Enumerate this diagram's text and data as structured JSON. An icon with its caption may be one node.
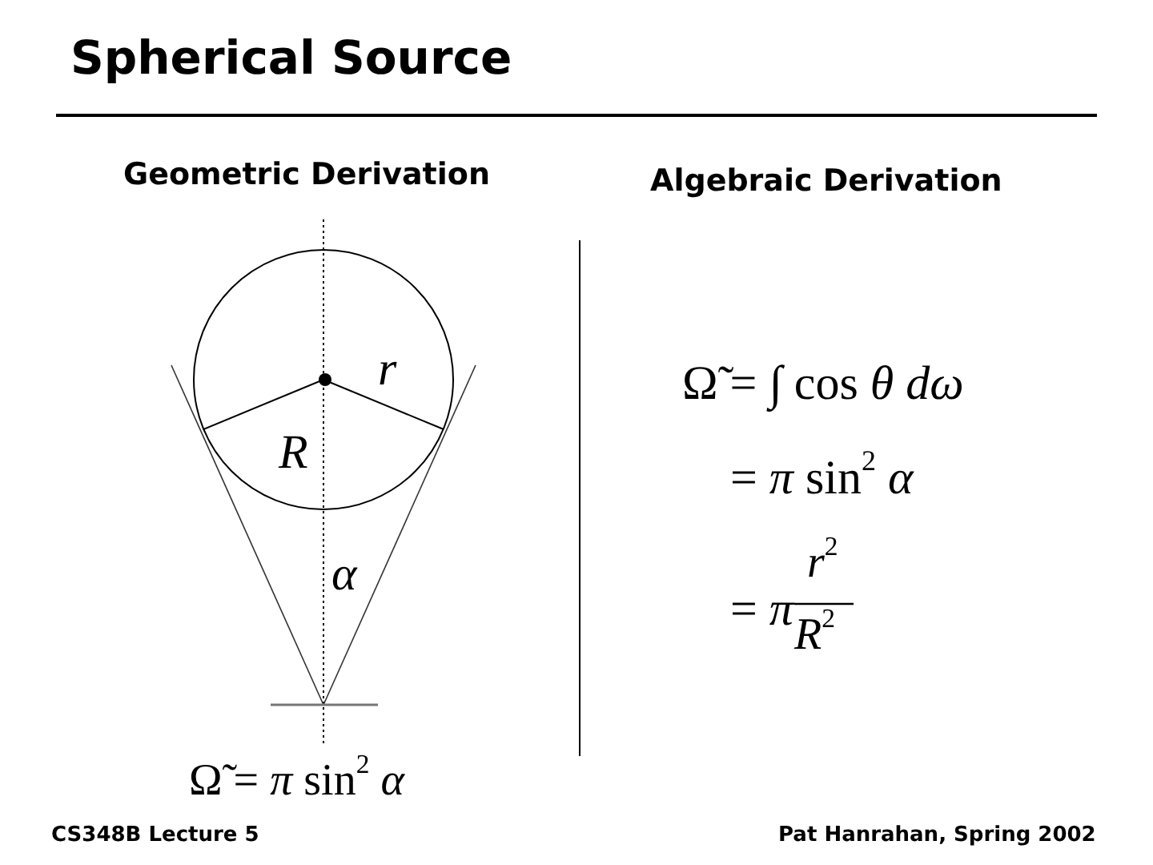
{
  "diagram": {
    "title": "Spherical Source",
    "labels": [
      "Geometric Derivation",
      "Algebraic Derivation",
      "*r*",
      "*R*",
      "*α*",
      "Ω̃ = *π* sin$^{2}$ *α*",
      "Ω̃ = ∫ cos *θ* *dω*",
      "= *π* sin$^{2}$ *α*",
      "= *π*",
      "*r*$^{2}$",
      "*R*$^{2}$",
      "CS348B Lecture 5",
      "Pat Hanrahan, Spring 2002"
    ]
  }
}
